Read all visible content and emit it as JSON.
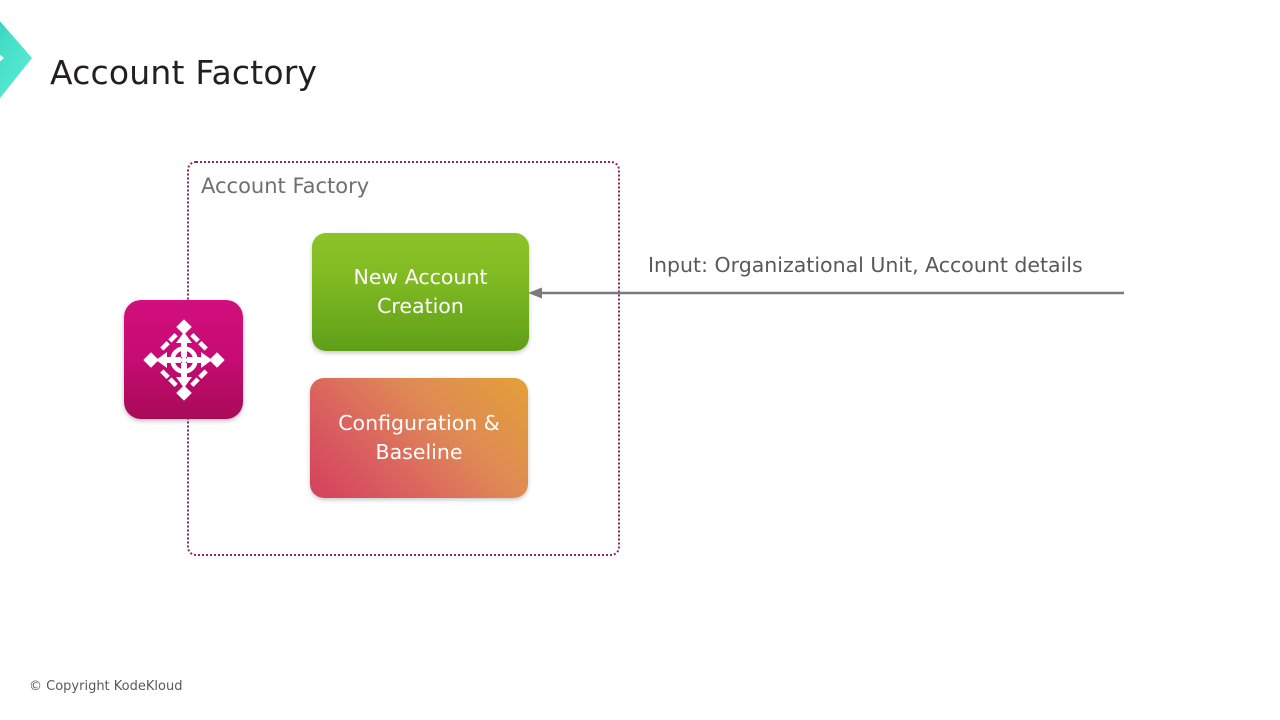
{
  "slide": {
    "title": "Account Factory",
    "logo_icon": "chevron-logo-icon",
    "brand_teal": "#3fe0c8"
  },
  "group": {
    "label": "Account Factory",
    "border_color": "#8d2a55",
    "border_style": "dotted"
  },
  "icon_tile": {
    "icon": "move-crosshair-diamond-icon",
    "color": "#c70b75"
  },
  "boxes": [
    {
      "id": "new-account-creation",
      "label_line1": "New Account",
      "label_line2": "Creation",
      "color_top": "#8dc327",
      "color_bottom": "#5f9f18"
    },
    {
      "id": "configuration-baseline",
      "label_line1": "Configuration &",
      "label_line2": "Baseline",
      "color_top": "#e3a038",
      "color_bottom": "#d4405c"
    }
  ],
  "connector": {
    "label": "Input: Organizational Unit, Account details",
    "direction": "left",
    "color": "#7a7a7a"
  },
  "footer": {
    "copyright": "© Copyright KodeKloud"
  }
}
